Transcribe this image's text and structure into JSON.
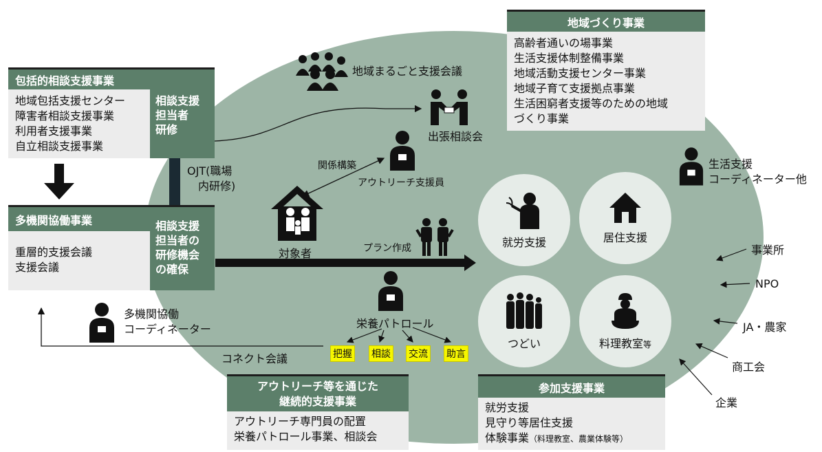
{
  "colors": {
    "ellipse": "#9db5a6",
    "header": "#5c7f6a",
    "panel": "#ececec",
    "circle": "#e6ece8",
    "tag": "#f6f600"
  },
  "chiiki": {
    "title": "地域づくり事業",
    "items": [
      "高齢者通いの場事業",
      "生活支援体制整備事業",
      "地域活動支援センター事業",
      "地域子育て支援拠点事業",
      "生活困窮者支援等のための地域",
      "づくり事業"
    ]
  },
  "houkatsu": {
    "title": "包括的相談支援事業",
    "items": [
      "地域包括支援センター",
      "障害者相談支援事業",
      "利用者支援事業",
      "自立相談支援事業"
    ],
    "side": [
      "相談支援",
      "担当者",
      "研修"
    ]
  },
  "takikan": {
    "title": "多機関協働事業",
    "items": [
      "重層的支援会議",
      "支援会議"
    ],
    "side": [
      "相談支援",
      "担当者の",
      "研修機会",
      "の確保"
    ]
  },
  "outreach": {
    "title": [
      "アウトリーチ等を通じた",
      "継続的支援事業"
    ],
    "items": [
      "アウトリーチ専門員の配置",
      "栄養パトロール事業、相談会"
    ]
  },
  "sanka": {
    "title": "参加支援事業",
    "items": [
      "就労支援",
      "見守り等居住支援"
    ],
    "last_main": "体験事業",
    "last_sub": "（料理教室、農業体験等）"
  },
  "labels": {
    "marugoto": "地域まるごと支援会議",
    "shutcho": "出張相談会",
    "kankei": "関係構築",
    "outreach_staff": "アウトリーチ支援員",
    "ojt": [
      "OJT(職場",
      "内研修)"
    ],
    "taishosha": "対象者",
    "plan": "プラン作成",
    "eiyo": "栄養パトロール",
    "tags": [
      "把握",
      "相談",
      "交流",
      "助言"
    ],
    "connect": "コネクト会議",
    "tkc": [
      "多機関協働",
      "コーディネーター"
    ],
    "seikatsu": [
      "生活支援",
      "コーディネーター他"
    ],
    "jigyosho": "事業所",
    "npo": "NPO",
    "ja": "JA・農家",
    "shoko": "商工会",
    "kigyo": "企業"
  },
  "circles": {
    "shuro": "就労支援",
    "kyoju": "居住支援",
    "tsudoi": "つどい",
    "ryori_main": "料理教室",
    "ryori_sub": "等"
  },
  "icons": [
    "group-icon",
    "handshake-icon",
    "staff-icon",
    "family-house-icon",
    "parent-child-icon",
    "plant-person-icon",
    "house-icon",
    "people-group-icon",
    "cooking-icon"
  ]
}
